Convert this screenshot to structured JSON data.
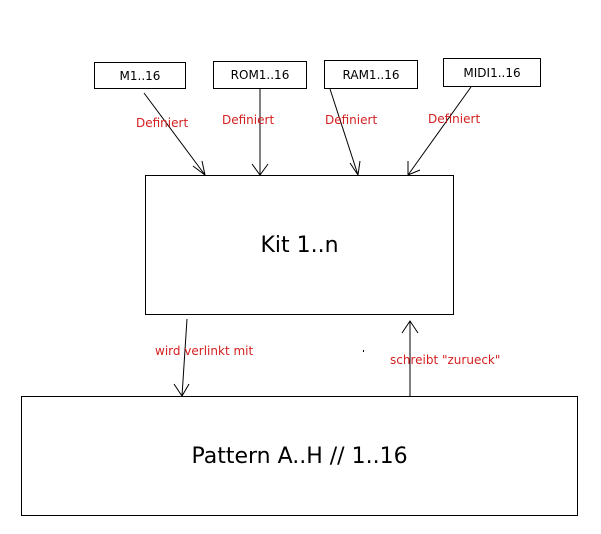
{
  "sources": [
    {
      "label": "M1..16",
      "edge_label": "Definiert"
    },
    {
      "label": "ROM1..16",
      "edge_label": "Definiert"
    },
    {
      "label": "RAM1..16",
      "edge_label": "Definiert"
    },
    {
      "label": "MIDI1..16",
      "edge_label": "Definiert"
    }
  ],
  "kit": {
    "label": "Kit 1..n"
  },
  "pattern": {
    "label": "Pattern A..H // 1..16"
  },
  "links": {
    "kit_to_pattern": "wird verlinkt mit",
    "pattern_to_kit": "schreibt \"zurueck\""
  },
  "colors": {
    "label_color": "#d42020",
    "line_color": "#000000"
  }
}
